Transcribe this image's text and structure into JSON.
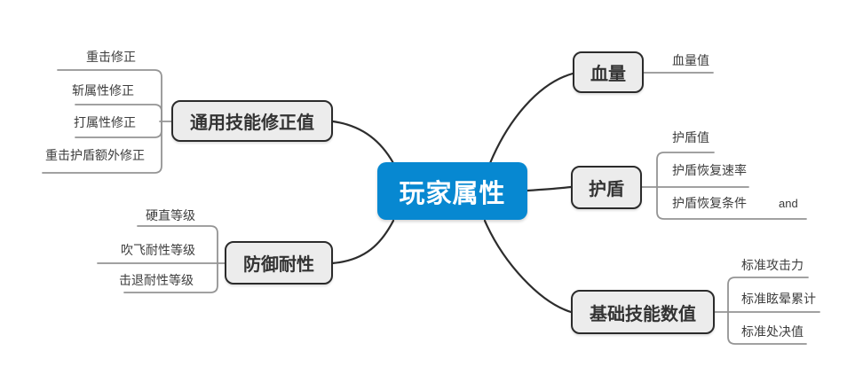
{
  "mindmap": {
    "root": {
      "label": "玩家属性"
    },
    "colors": {
      "root_fill": "#0788d1",
      "root_text": "#ffffff",
      "branch_fill": "#ececec",
      "branch_border": "#2b2b2b",
      "tree_line": "#949494",
      "curve_line": "#2d2d2d",
      "child_text": "#3d3d3d"
    },
    "branches": [
      {
        "label": "通用技能修正值",
        "side": "left",
        "children": [
          {
            "label": "重击修正"
          },
          {
            "label": "斩属性修正"
          },
          {
            "label": "打属性修正"
          },
          {
            "label": "重击护盾额外修正"
          }
        ]
      },
      {
        "label": "防御耐性",
        "side": "left",
        "children": [
          {
            "label": "硬直等级"
          },
          {
            "label": "吹飞耐性等级"
          },
          {
            "label": "击退耐性等级"
          }
        ]
      },
      {
        "label": "血量",
        "side": "right",
        "children": [
          {
            "label": "血量值"
          }
        ]
      },
      {
        "label": "护盾",
        "side": "right",
        "children": [
          {
            "label": "护盾值"
          },
          {
            "label": "护盾恢复速率"
          },
          {
            "label": "护盾恢复条件",
            "tag": "and"
          }
        ]
      },
      {
        "label": "基础技能数值",
        "side": "right",
        "children": [
          {
            "label": "标准攻击力"
          },
          {
            "label": "标准眩晕累计"
          },
          {
            "label": "标准处决值"
          }
        ]
      }
    ]
  }
}
